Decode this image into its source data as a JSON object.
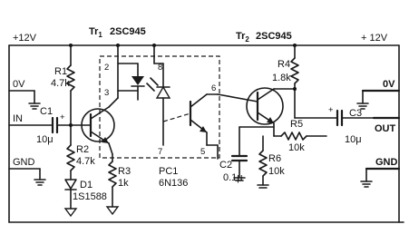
{
  "rails": {
    "left_vcc": "+12V",
    "right_vcc": "+ 12V"
  },
  "transistors": {
    "tr1": {
      "designator": "Tr",
      "subscript": "1",
      "part": "2SC945"
    },
    "tr2": {
      "designator": "Tr",
      "subscript": "2",
      "part": "2SC945"
    }
  },
  "components": {
    "r1": {
      "name": "R1",
      "value": "4.7k"
    },
    "r2": {
      "name": "R2",
      "value": "4.7k"
    },
    "r3": {
      "name": "R3",
      "value": "1k"
    },
    "r4": {
      "name": "R4",
      "value": "1.8k"
    },
    "r5": {
      "name": "R5",
      "value": "10k"
    },
    "r6": {
      "name": "R6",
      "value": "10k"
    },
    "c1": {
      "name": "C1",
      "value": "10μ",
      "polarity": "+"
    },
    "c2": {
      "name": "C2",
      "value": "0.1μ"
    },
    "c3": {
      "name": "C3",
      "value": "10μ",
      "polarity": "+"
    },
    "d1": {
      "name": "D1",
      "part": "1S1588"
    },
    "pc1": {
      "name": "PC1",
      "part": "6N136"
    }
  },
  "pins": [
    "2",
    "3",
    "8",
    "6",
    "7",
    "5"
  ],
  "terminals": {
    "left": [
      "0V",
      "IN",
      "GND"
    ],
    "right": [
      "0V",
      "OUT",
      "GND"
    ]
  },
  "colors": {
    "ink": "#1a1a1a",
    "paper": "#ffffff"
  }
}
